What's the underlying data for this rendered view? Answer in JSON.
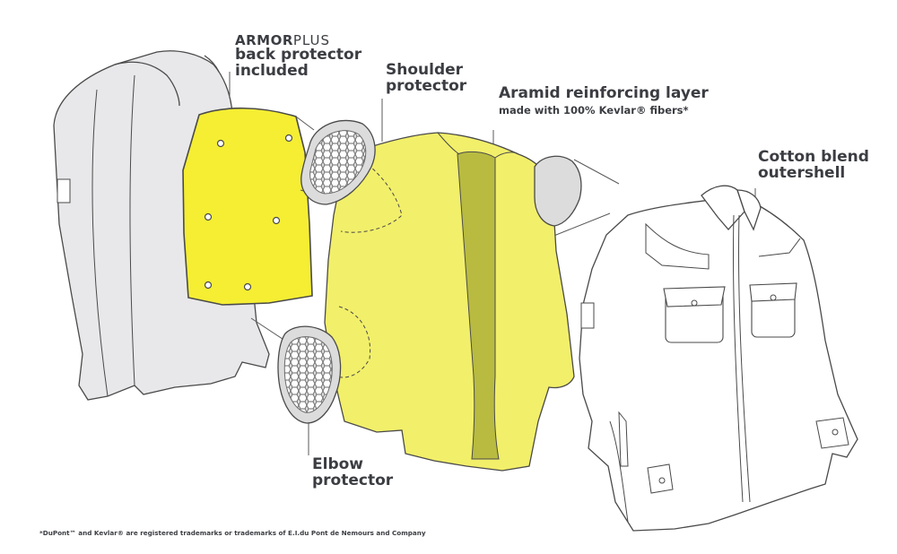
{
  "brand": {
    "name": "ARMOR",
    "suffix": "PLUS"
  },
  "labels": {
    "back_protector": [
      "back protector",
      "included"
    ],
    "shoulder": [
      "Shoulder",
      "protector"
    ],
    "aramid_title": "Aramid reinforcing layer",
    "aramid_sub": "made with 100% Kevlar® fibers*",
    "outershell": [
      "Cotton blend",
      "outershell"
    ],
    "elbow": [
      "Elbow",
      "protector"
    ]
  },
  "footnote": "*DuPont™ and Kevlar® are registered trademarks or trademarks of E.I.du Pont de Nemours and Company",
  "colors": {
    "outline": "#4a4a4a",
    "grey_fill": "#e8e8ea",
    "yellow": "#f2ef6a",
    "yellow_dark": "#f0e21c",
    "olive": "#b8bb40",
    "text": "#3b3d42"
  }
}
